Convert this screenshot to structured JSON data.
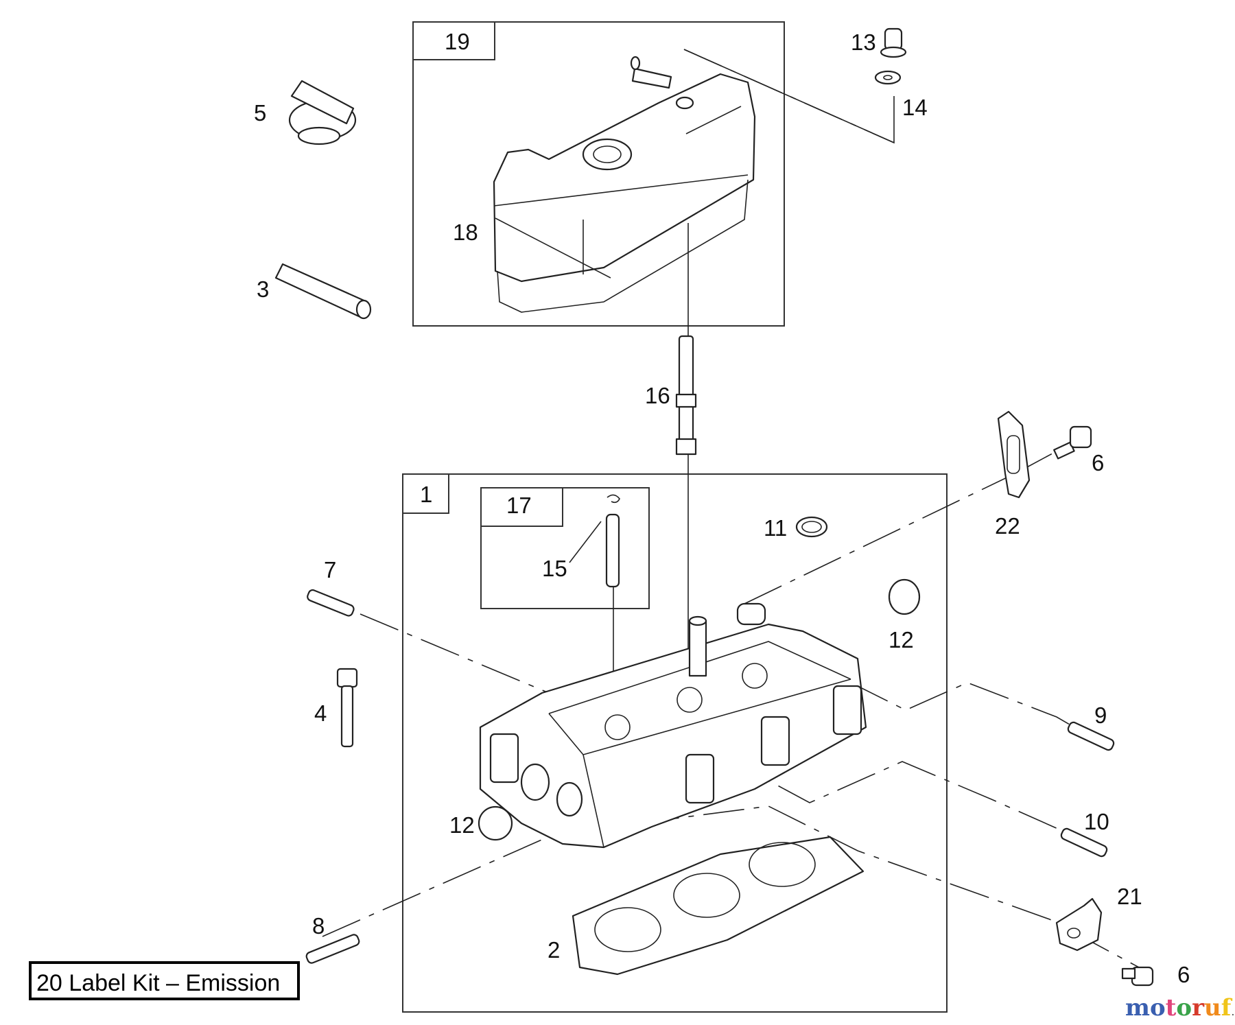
{
  "diagram": {
    "callouts": {
      "c1": "1",
      "c2": "2",
      "c3": "3",
      "c4": "4",
      "c5": "5",
      "c6a": "6",
      "c6b": "6",
      "c7": "7",
      "c8": "8",
      "c9": "9",
      "c10": "10",
      "c11": "11",
      "c12a": "12",
      "c12b": "12",
      "c13": "13",
      "c14": "14",
      "c15": "15",
      "c16": "16",
      "c17": "17",
      "c18": "18",
      "c19": "19",
      "c21": "21",
      "c22": "22"
    },
    "kit_label": "20 Label Kit  –  Emission"
  },
  "watermark": {
    "letters": [
      "m",
      "o",
      "t",
      "o",
      "r",
      "u",
      "f"
    ],
    "colors": [
      "#3a5fb0",
      "#3a5fb0",
      "#e0457b",
      "#3aa34a",
      "#d63b2b",
      "#f08a1c",
      "#f0c419"
    ],
    "suffix": ".de"
  }
}
